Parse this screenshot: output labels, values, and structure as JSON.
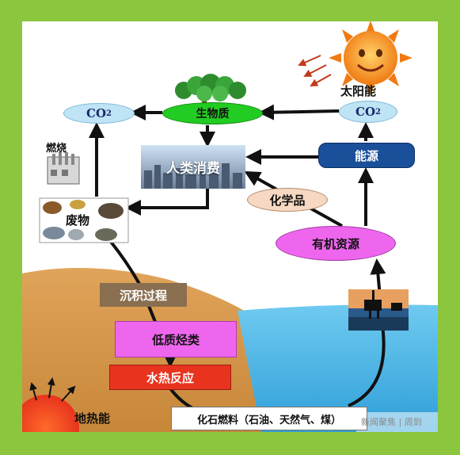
{
  "diagram": {
    "nodes": {
      "sun": "太阳能",
      "co2_left": "CO",
      "co2_left_sub": "2",
      "co2_right": "CO",
      "co2_right_sub": "2",
      "biomass": "生物质",
      "human_consumption": "人类消费",
      "energy": "能源",
      "chemicals": "化学品",
      "organic_resources": "有机资源",
      "combustion": "燃烧",
      "waste": "废物",
      "sedimentation": "沉积过程",
      "low_grade_hydrocarbons": "低质烃类",
      "hydrothermal_reaction": "水热反应",
      "geothermal": "地热能",
      "fossil_fuels": "化石燃料（石油、天然气、煤）"
    },
    "watermark": "新闻聚焦 | 周到"
  },
  "colors": {
    "frame_border": "#8cc63f",
    "biomass_fill": "#22cc22",
    "co2_fill": "#bfe4f5",
    "energy_fill": "#1a4f9a",
    "organic_fill": "#ee66ee",
    "chemicals_fill": "#f7d8c2",
    "pink_box": "#ee66ee",
    "red_box": "#e8341e",
    "brown_box": "#8a6e50",
    "sea": "#4db8e8",
    "land": "#d49a4a"
  }
}
